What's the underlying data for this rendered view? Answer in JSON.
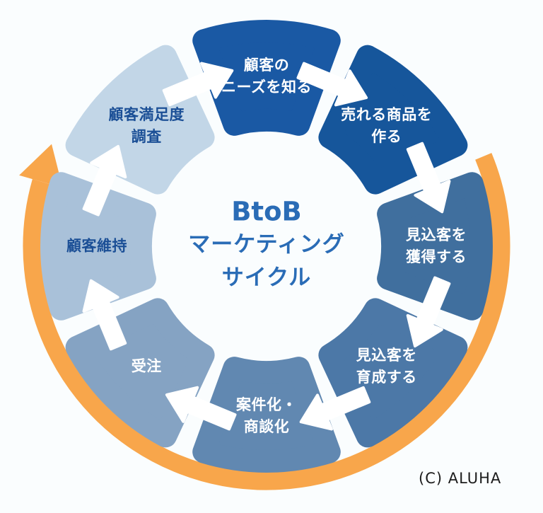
{
  "page": {
    "background": "#fafdfe",
    "credit": "(C) ALUHA"
  },
  "center": {
    "line1": "BtoB",
    "line2": "マーケティング",
    "line3": "サイクル",
    "color": "#2a6cb6"
  },
  "chart_data": {
    "type": "cycle-diagram",
    "title": "BtoBマーケティングサイクル",
    "direction": "clockwise",
    "steps": [
      {
        "order": 1,
        "label": "顧客のニーズを知る",
        "label_lines": [
          "顧客の",
          "ニーズを知る"
        ],
        "color": "#1a59a4",
        "text_color": "#ffffff"
      },
      {
        "order": 2,
        "label": "売れる商品を作る",
        "label_lines": [
          "売れる商品を",
          "作る"
        ],
        "color": "#16569b",
        "text_color": "#ffffff"
      },
      {
        "order": 3,
        "label": "見込客を獲得する",
        "label_lines": [
          "見込客を",
          "獲得する"
        ],
        "color": "#406f9e",
        "text_color": "#ffffff"
      },
      {
        "order": 4,
        "label": "見込客を育成する",
        "label_lines": [
          "見込客を",
          "育成する"
        ],
        "color": "#4c78a7",
        "text_color": "#ffffff"
      },
      {
        "order": 5,
        "label": "案件化・商談化",
        "label_lines": [
          "案件化・",
          "商談化"
        ],
        "color": "#6188b1",
        "text_color": "#ffffff"
      },
      {
        "order": 6,
        "label": "受注",
        "label_lines": [
          "受注"
        ],
        "color": "#85a3c3",
        "text_color": "#ffffff"
      },
      {
        "order": 7,
        "label": "顧客維持",
        "label_lines": [
          "顧客維持"
        ],
        "color": "#a9c1d9",
        "text_color": "#1b4f96"
      },
      {
        "order": 8,
        "label": "顧客満足度調査",
        "label_lines": [
          "顧客満足度",
          "調査"
        ],
        "color": "#c2d6e7",
        "text_color": "#1b4f96"
      }
    ],
    "step_arrow_color": "#ffffff",
    "outer_arc": {
      "color": "#f8a64b",
      "start_deg": -22.5,
      "end_deg": 196,
      "direction": "clockwise"
    }
  }
}
